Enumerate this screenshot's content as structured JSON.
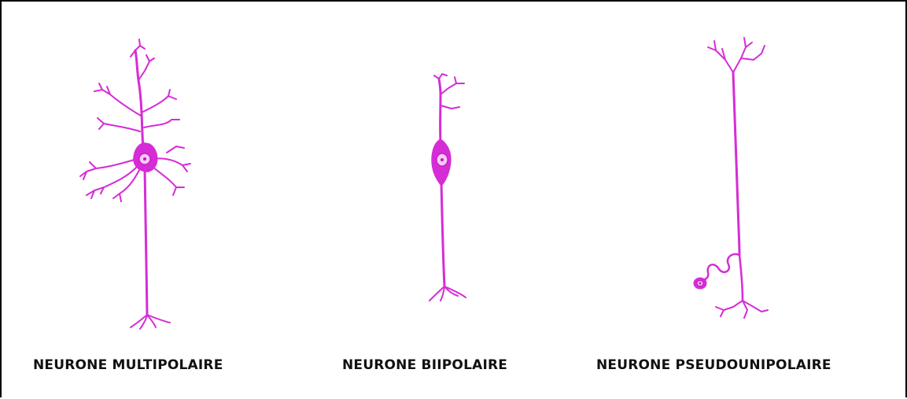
{
  "neurons": [
    {
      "id": "multipolaire",
      "label": "NEURONE MULTIPOLAIRE"
    },
    {
      "id": "bipolaire",
      "label": "NEURONE BIIPOLAIRE"
    },
    {
      "id": "pseudounipolaire",
      "label": "NEURONE PSEUDOUNIPOLAIRE"
    }
  ],
  "colors": {
    "stain": "#d62cd6",
    "nucleus": "#f6c8f6",
    "border": "#000000"
  }
}
